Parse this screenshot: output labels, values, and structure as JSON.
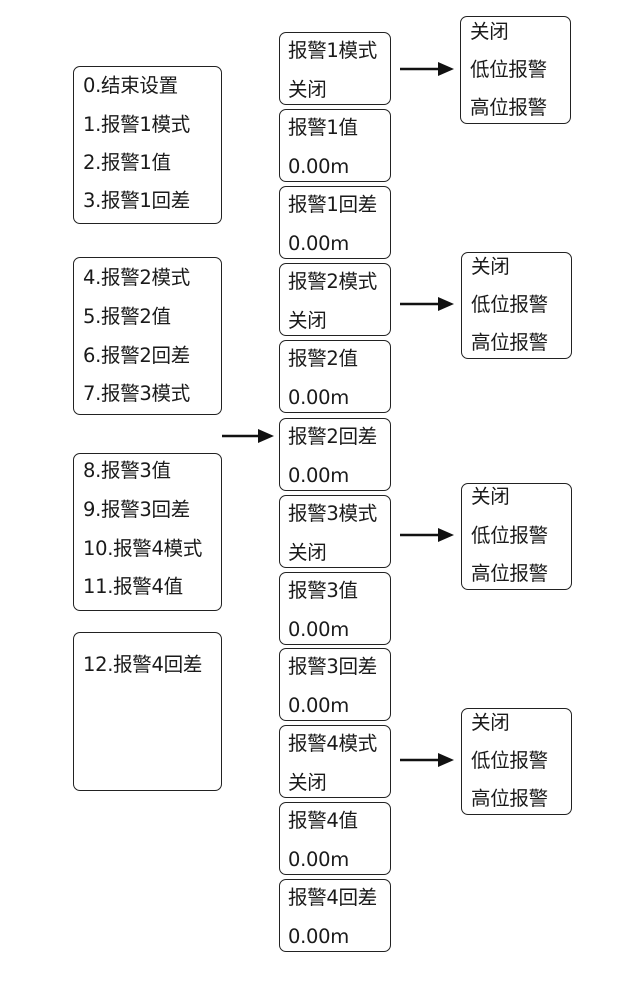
{
  "menu_groups": [
    {
      "items": [
        "0.结束设置",
        "1.报警1模式",
        "2.报警1值",
        "3.报警1回差"
      ]
    },
    {
      "items": [
        "4.报警2模式",
        "5.报警2值",
        "6.报警2回差",
        "7.报警3模式"
      ]
    },
    {
      "items": [
        "8.报警3值",
        "9.报警3回差",
        "10.报警4模式",
        "11.报警4值"
      ]
    },
    {
      "items": [
        "12.报警4回差"
      ]
    }
  ],
  "params": [
    {
      "name": "报警1模式",
      "value": "关闭"
    },
    {
      "name": "报警1值",
      "value": "0.00m"
    },
    {
      "name": "报警1回差",
      "value": "0.00m"
    },
    {
      "name": "报警2模式",
      "value": "关闭"
    },
    {
      "name": "报警2值",
      "value": "0.00m"
    },
    {
      "name": "报警2回差",
      "value": "0.00m"
    },
    {
      "name": "报警3模式",
      "value": "关闭"
    },
    {
      "name": "报警3值",
      "value": "0.00m"
    },
    {
      "name": "报警3回差",
      "value": "0.00m"
    },
    {
      "name": "报警4模式",
      "value": "关闭"
    },
    {
      "name": "报警4值",
      "value": "0.00m"
    },
    {
      "name": "报警4回差",
      "value": "0.00m"
    }
  ],
  "mode_options": [
    {
      "options": [
        "关闭",
        "低位报警",
        "高位报警"
      ]
    },
    {
      "options": [
        "关闭",
        "低位报警",
        "高位报警"
      ]
    },
    {
      "options": [
        "关闭",
        "低位报警",
        "高位报警"
      ]
    },
    {
      "options": [
        "关闭",
        "低位报警",
        "高位报警"
      ]
    }
  ]
}
